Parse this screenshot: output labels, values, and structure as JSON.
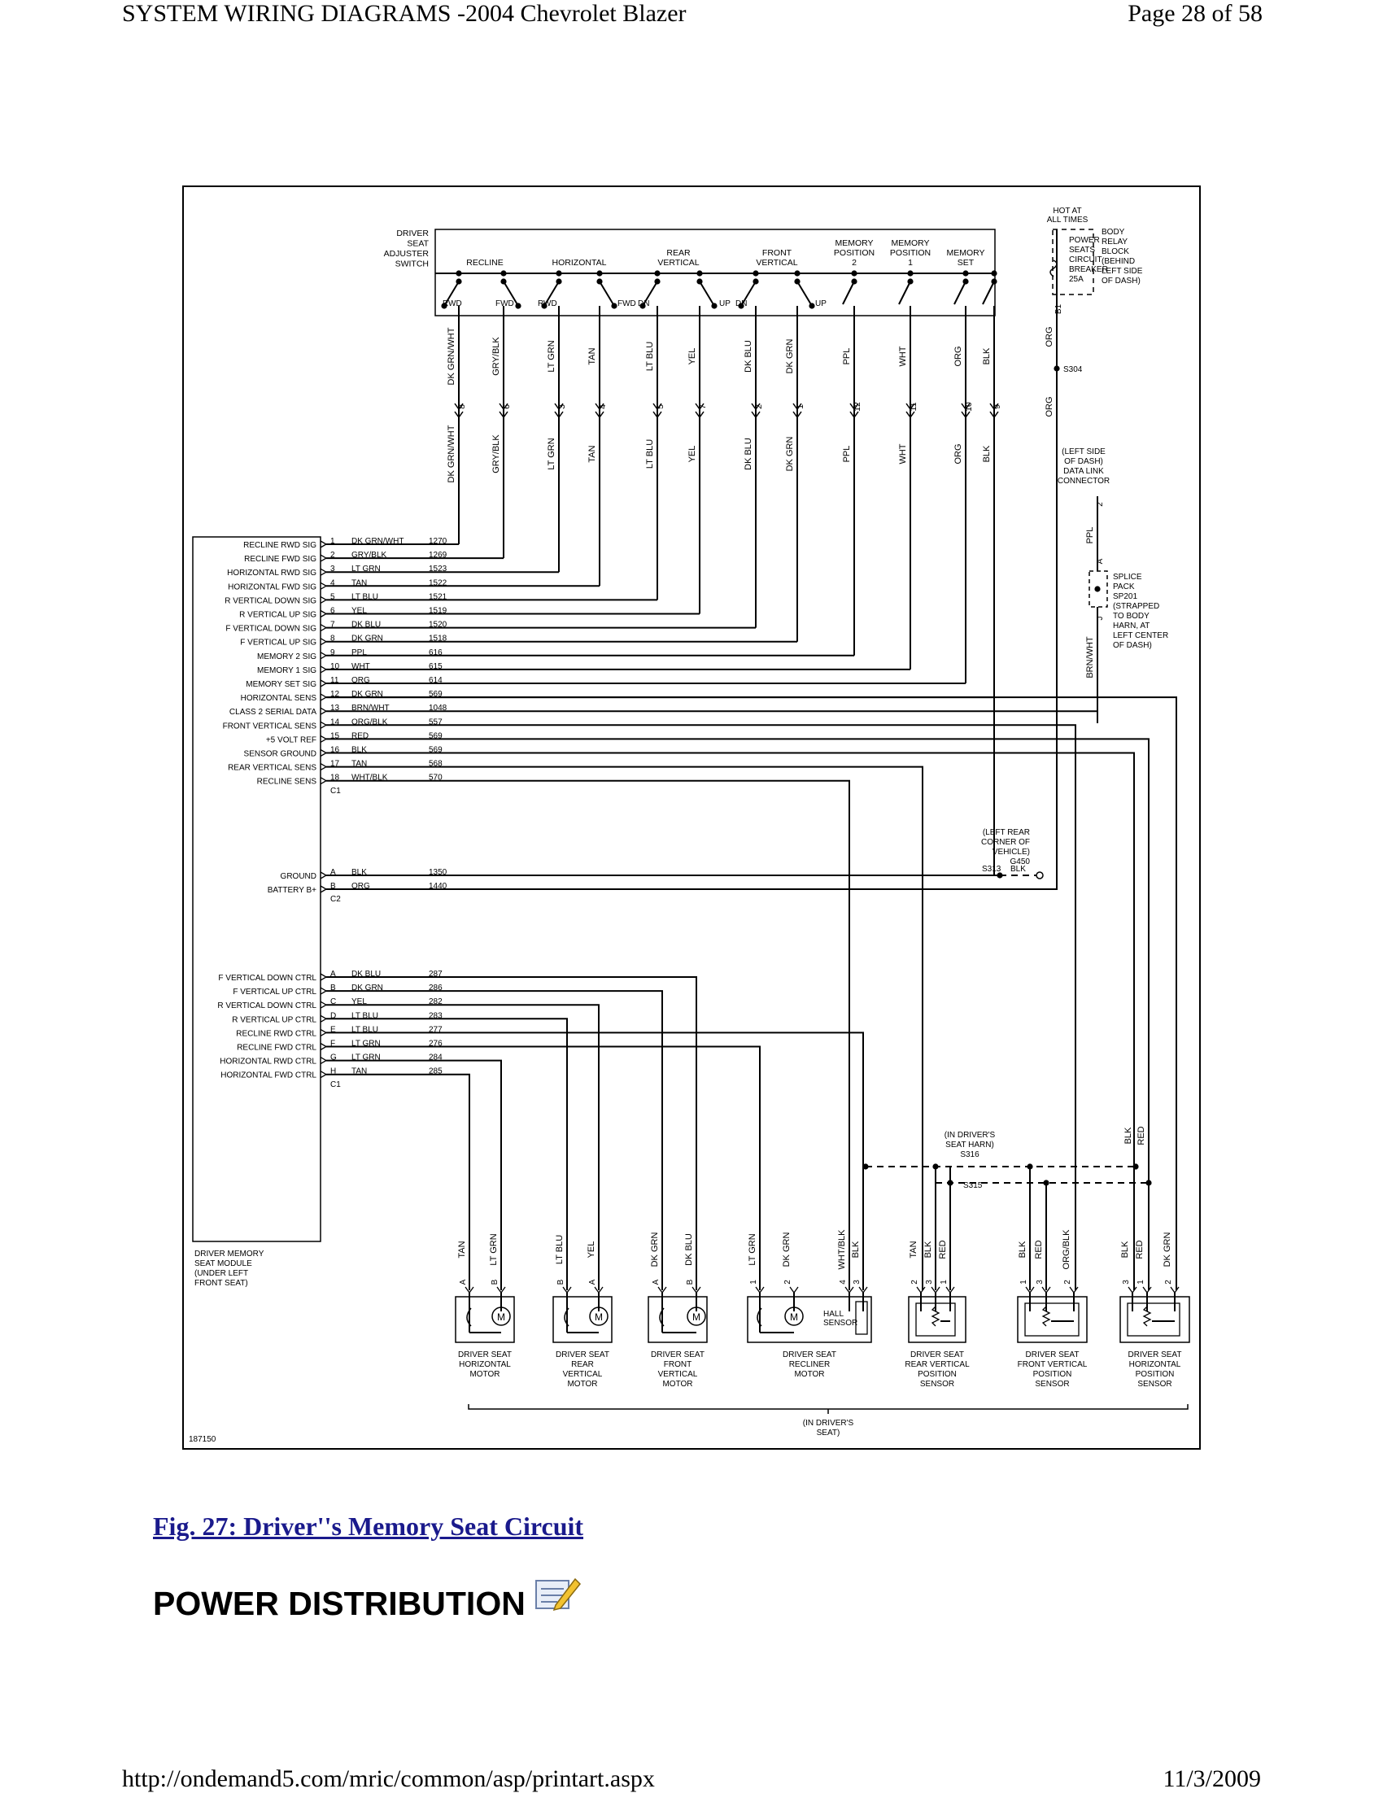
{
  "header": {
    "left": "SYSTEM WIRING DIAGRAMS -2004 Chevrolet Blazer",
    "right": "Page 28 of 58"
  },
  "footer": {
    "url": "http://ondemand5.com/mric/common/asp/printart.aspx",
    "date": "11/3/2009"
  },
  "figure": {
    "caption": "Fig. 27: Driver''s Memory Seat Circuit",
    "section_title": "POWER DISTRIBUTION",
    "diagram_id": "187150"
  },
  "switch": {
    "title": [
      "DRIVER",
      "SEAT",
      "ADJUSTER",
      "SWITCH"
    ],
    "groups": [
      {
        "label": [
          "RECLINE"
        ],
        "contacts": [
          "RWD",
          "FWD"
        ]
      },
      {
        "label": [
          "HORIZONTAL"
        ],
        "contacts": [
          "RWD",
          "FWD"
        ]
      },
      {
        "label": [
          "REAR",
          "VERTICAL"
        ],
        "contacts": [
          "DN",
          "UP"
        ]
      },
      {
        "label": [
          "FRONT",
          "VERTICAL"
        ],
        "contacts": [
          "DN",
          "UP"
        ]
      },
      {
        "label": [
          "MEMORY",
          "POSITION",
          "2"
        ],
        "contacts": []
      },
      {
        "label": [
          "MEMORY",
          "POSITION",
          "1"
        ],
        "contacts": []
      },
      {
        "label": [
          "MEMORY",
          "SET"
        ],
        "contacts": []
      }
    ],
    "wires": [
      {
        "color": "DK GRN/WHT",
        "pin": "8"
      },
      {
        "color": "GRY/BLK",
        "pin": "6"
      },
      {
        "color": "LT GRN",
        "pin": "3"
      },
      {
        "color": "TAN",
        "pin": "4"
      },
      {
        "color": "LT BLU",
        "pin": "5"
      },
      {
        "color": "YEL",
        "pin": "7"
      },
      {
        "color": "DK BLU",
        "pin": "2"
      },
      {
        "color": "DK GRN",
        "pin": "1"
      },
      {
        "color": "PPL",
        "pin": "12"
      },
      {
        "color": "WHT",
        "pin": "11"
      },
      {
        "color": "ORG",
        "pin": "10"
      },
      {
        "color": "BLK",
        "pin": "9"
      }
    ]
  },
  "power": {
    "hot_label": [
      "HOT AT",
      "ALL TIMES"
    ],
    "breaker": [
      "POWER",
      "SEATS",
      "CIRCUIT",
      "BREAKER",
      "25A"
    ],
    "block": [
      "BODY",
      "RELAY",
      "BLOCK",
      "(BEHIND",
      "LEFT SIDE",
      "OF DASH)"
    ],
    "pin": "B1",
    "wire": "ORG",
    "splice": "S304",
    "wire2": "ORG"
  },
  "dlc": {
    "label": [
      "(LEFT SIDE",
      "OF DASH)",
      "DATA LINK",
      "CONNECTOR"
    ],
    "pin": "2",
    "wire": "PPL"
  },
  "splice_pack": {
    "label": [
      "SPLICE",
      "PACK",
      "SP201",
      "(STRAPPED",
      "TO BODY",
      "HARN, AT",
      "LEFT CENTER",
      "OF DASH)"
    ],
    "pin_a": "A",
    "pin_j": "J",
    "wire": "BRN/WHT"
  },
  "module": {
    "label": [
      "DRIVER MEMORY",
      "SEAT MODULE",
      "(UNDER LEFT",
      "FRONT SEAT)"
    ],
    "c1_top": [
      {
        "signal": "RECLINE RWD SIG",
        "pin": "1",
        "color": "DK GRN/WHT",
        "circuit": "1270"
      },
      {
        "signal": "RECLINE FWD SIG",
        "pin": "2",
        "color": "GRY/BLK",
        "circuit": "1269"
      },
      {
        "signal": "HORIZONTAL RWD SIG",
        "pin": "3",
        "color": "LT GRN",
        "circuit": "1523"
      },
      {
        "signal": "HORIZONTAL FWD SIG",
        "pin": "4",
        "color": "TAN",
        "circuit": "1522"
      },
      {
        "signal": "R VERTICAL DOWN SIG",
        "pin": "5",
        "color": "LT BLU",
        "circuit": "1521"
      },
      {
        "signal": "R VERTICAL UP SIG",
        "pin": "6",
        "color": "YEL",
        "circuit": "1519"
      },
      {
        "signal": "F VERTICAL DOWN SIG",
        "pin": "7",
        "color": "DK BLU",
        "circuit": "1520"
      },
      {
        "signal": "F VERTICAL UP SIG",
        "pin": "8",
        "color": "DK GRN",
        "circuit": "1518"
      },
      {
        "signal": "MEMORY 2 SIG",
        "pin": "9",
        "color": "PPL",
        "circuit": "616"
      },
      {
        "signal": "MEMORY 1 SIG",
        "pin": "10",
        "color": "WHT",
        "circuit": "615"
      },
      {
        "signal": "MEMORY SET SIG",
        "pin": "11",
        "color": "ORG",
        "circuit": "614"
      },
      {
        "signal": "HORIZONTAL SENS",
        "pin": "12",
        "color": "DK GRN",
        "circuit": "569"
      },
      {
        "signal": "CLASS 2 SERIAL DATA",
        "pin": "13",
        "color": "BRN/WHT",
        "circuit": "1048"
      },
      {
        "signal": "FRONT VERTICAL SENS",
        "pin": "14",
        "color": "ORG/BLK",
        "circuit": "557"
      },
      {
        "signal": "+5 VOLT REF",
        "pin": "15",
        "color": "RED",
        "circuit": "569"
      },
      {
        "signal": "SENSOR GROUND",
        "pin": "16",
        "color": "BLK",
        "circuit": "569"
      },
      {
        "signal": "REAR VERTICAL SENS",
        "pin": "17",
        "color": "TAN",
        "circuit": "568"
      },
      {
        "signal": "RECLINE SENS",
        "pin": "18",
        "color": "WHT/BLK",
        "circuit": "570"
      }
    ],
    "c1_top_label": "C1",
    "c2": [
      {
        "signal": "GROUND",
        "pin": "A",
        "color": "BLK",
        "circuit": "1350"
      },
      {
        "signal": "BATTERY B+",
        "pin": "B",
        "color": "ORG",
        "circuit": "1440"
      }
    ],
    "c2_label": "C2",
    "c1_bottom": [
      {
        "signal": "F VERTICAL DOWN CTRL",
        "pin": "A",
        "color": "DK BLU",
        "circuit": "287"
      },
      {
        "signal": "F VERTICAL UP CTRL",
        "pin": "B",
        "color": "DK GRN",
        "circuit": "286"
      },
      {
        "signal": "R VERTICAL DOWN CTRL",
        "pin": "C",
        "color": "YEL",
        "circuit": "282"
      },
      {
        "signal": "R VERTICAL UP CTRL",
        "pin": "D",
        "color": "LT BLU",
        "circuit": "283"
      },
      {
        "signal": "RECLINE RWD CTRL",
        "pin": "E",
        "color": "LT BLU",
        "circuit": "277"
      },
      {
        "signal": "RECLINE FWD CTRL",
        "pin": "F",
        "color": "LT GRN",
        "circuit": "276"
      },
      {
        "signal": "HORIZONTAL RWD CTRL",
        "pin": "G",
        "color": "LT GRN",
        "circuit": "284"
      },
      {
        "signal": "HORIZONTAL FWD CTRL",
        "pin": "H",
        "color": "TAN",
        "circuit": "285"
      }
    ],
    "c1_bottom_label": "C1"
  },
  "ground": {
    "label": [
      "(LEFT REAR",
      "CORNER OF",
      "VEHICLE)",
      "G450"
    ],
    "splice": "S313",
    "wire": "BLK"
  },
  "seat_harness": {
    "label": [
      "(IN DRIVER'S",
      "SEAT HARN)",
      "S316"
    ],
    "splice2": "S315",
    "top_wires": [
      "BLK",
      "RED"
    ]
  },
  "components": [
    {
      "name": [
        "DRIVER SEAT",
        "HORIZONTAL",
        "MOTOR"
      ],
      "pins": [
        {
          "pin": "A",
          "wire": "TAN"
        },
        {
          "pin": "B",
          "wire": "LT GRN"
        }
      ]
    },
    {
      "name": [
        "DRIVER SEAT",
        "REAR",
        "VERTICAL",
        "MOTOR"
      ],
      "pins": [
        {
          "pin": "B",
          "wire": "LT BLU"
        },
        {
          "pin": "A",
          "wire": "YEL"
        }
      ]
    },
    {
      "name": [
        "DRIVER SEAT",
        "FRONT",
        "VERTICAL",
        "MOTOR"
      ],
      "pins": [
        {
          "pin": "A",
          "wire": "DK GRN"
        },
        {
          "pin": "B",
          "wire": "DK BLU"
        }
      ]
    },
    {
      "name": [
        "DRIVER SEAT",
        "RECLINER",
        "MOTOR"
      ],
      "pins": [
        {
          "pin": "1",
          "wire": "LT GRN"
        },
        {
          "pin": "2",
          "wire": "DK GRN"
        },
        {
          "pin": "4",
          "wire": "WHT/BLK"
        },
        {
          "pin": "3",
          "wire": "BLK"
        }
      ],
      "extra": [
        "HALL",
        "SENSOR"
      ]
    },
    {
      "name": [
        "DRIVER SEAT",
        "REAR VERTICAL",
        "POSITION",
        "SENSOR"
      ],
      "pins": [
        {
          "pin": "2",
          "wire": "TAN"
        },
        {
          "pin": "3",
          "wire": "BLK"
        },
        {
          "pin": "1",
          "wire": "RED"
        }
      ]
    },
    {
      "name": [
        "DRIVER SEAT",
        "FRONT VERTICAL",
        "POSITION",
        "SENSOR"
      ],
      "pins": [
        {
          "pin": "1",
          "wire": "BLK"
        },
        {
          "pin": "3",
          "wire": "RED"
        },
        {
          "pin": "2",
          "wire": "ORG/BLK"
        }
      ]
    },
    {
      "name": [
        "DRIVER SEAT",
        "HORIZONTAL",
        "POSITION",
        "SENSOR"
      ],
      "pins": [
        {
          "pin": "3",
          "wire": "BLK"
        },
        {
          "pin": "1",
          "wire": "RED"
        },
        {
          "pin": "2",
          "wire": "DK GRN"
        }
      ]
    }
  ],
  "seat_note": [
    "(IN DRIVER'S",
    "SEAT)"
  ]
}
